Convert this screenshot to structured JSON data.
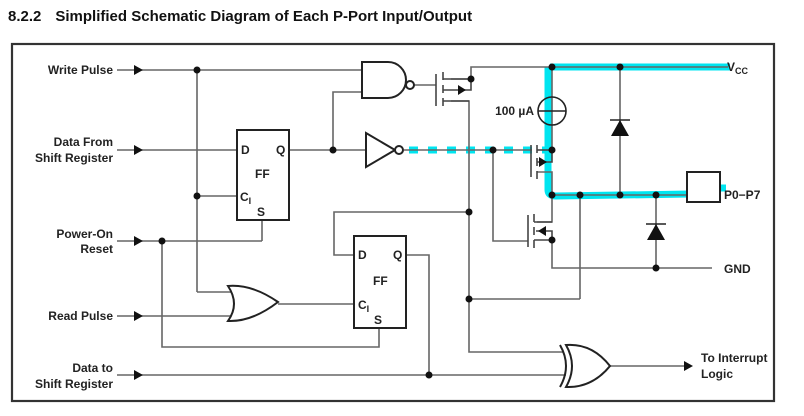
{
  "section": {
    "number": "8.2.2",
    "title": "Simplified Schematic Diagram of Each P-Port Input/Output"
  },
  "inputs": {
    "write_pulse": "Write Pulse",
    "data_from_line1": "Data From",
    "data_from_line2": "Shift Register",
    "power_on_line1": "Power-On",
    "power_on_line2": "Reset",
    "read_pulse": "Read Pulse",
    "data_to_line1": "Data to",
    "data_to_line2": "Shift Register"
  },
  "outputs": {
    "vcc": "V",
    "vcc_sub": "CC",
    "port": "P0−P7",
    "gnd": "GND",
    "interrupt_line1": "To Interrupt",
    "interrupt_line2": "Logic"
  },
  "components": {
    "current_source": "100 µA",
    "ff1": {
      "d": "D",
      "q": "Q",
      "name": "FF",
      "clk": "C",
      "clk_sub": "I",
      "s": "S"
    },
    "ff2": {
      "d": "D",
      "q": "Q",
      "name": "FF",
      "clk": "C",
      "clk_sub": "I",
      "s": "S"
    }
  },
  "colors": {
    "highlight": "#00e5f0"
  }
}
